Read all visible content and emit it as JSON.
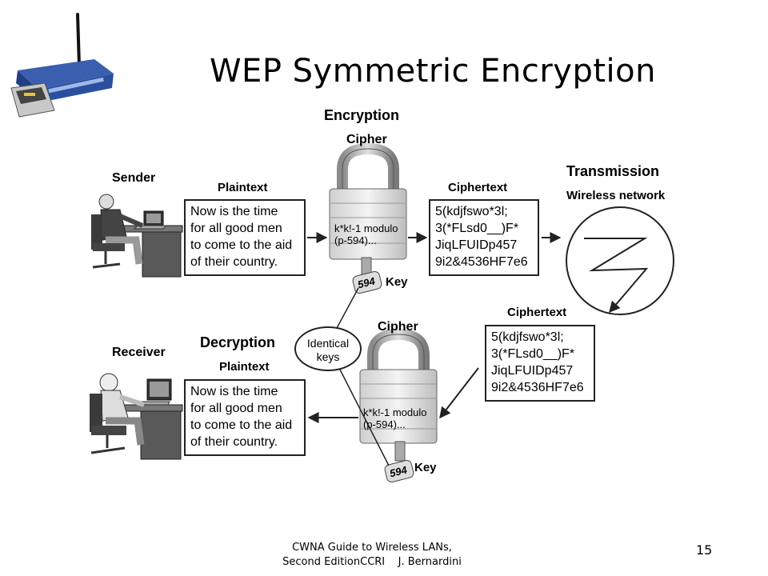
{
  "slide": {
    "title": "WEP Symmetric Encryption",
    "footer": {
      "line1": "CWNA Guide to Wireless LANs,",
      "line2": "Second EditionCCRI    J. Bernardini"
    },
    "page_number": "15"
  },
  "diagram": {
    "encryption_heading": "Encryption",
    "decryption_heading": "Decryption",
    "transmission_heading": "Transmission",
    "wireless_network_label": "Wireless network",
    "sender_label": "Sender",
    "receiver_label": "Receiver",
    "plaintext_label": "Plaintext",
    "ciphertext_label": "Ciphertext",
    "cipher_label": "Cipher",
    "key_label": "Key",
    "key_number": "594",
    "identical_keys": {
      "line1": "Identical",
      "line2": "keys"
    },
    "cipher_formula": {
      "line1": "k*k!-1 modulo",
      "line2": "(p-594)..."
    },
    "plaintext_lines": [
      "Now is the time",
      "for all good men",
      "to come to the aid",
      "of their country."
    ],
    "ciphertext_lines": [
      "5(kdjfswo*3l;",
      "3(*FLsd0__)F*",
      "JiqLFUIDp457",
      "9i2&4536HF7e6"
    ]
  }
}
